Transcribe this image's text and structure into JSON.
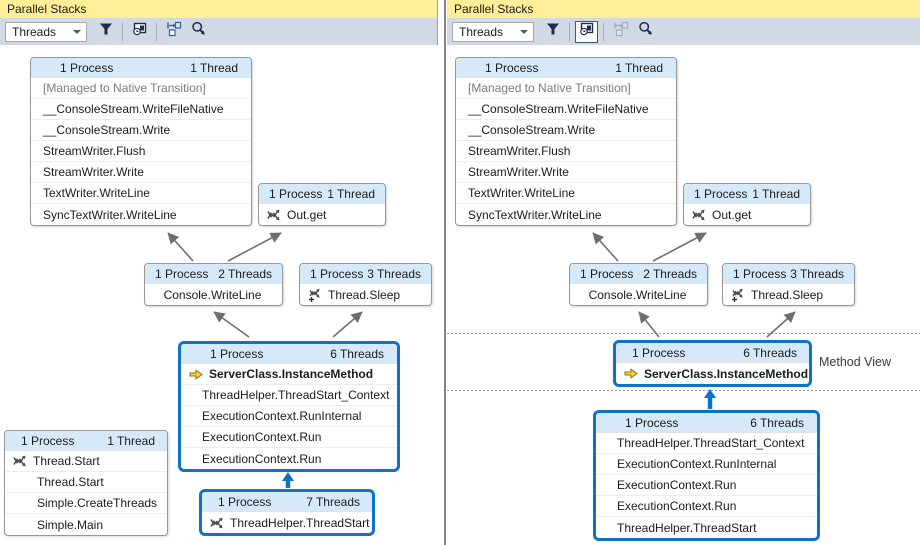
{
  "colors": {
    "highlight_blue": "#0E72C8",
    "titlebar_yellow": "#FFEE98",
    "toolbar_gray": "#D2D8E4",
    "box_header_blue": "#D5E9F8",
    "current_frame_yellow": "#FDD335"
  },
  "left": {
    "title": "Parallel Stacks",
    "toolbar": {
      "view_selector_value": "Threads",
      "icons": [
        "filter",
        "method-view",
        "auto-scroll-to-current-frame",
        "zoom-control"
      ]
    },
    "boxes": {
      "output_stack": {
        "process": "1 Process",
        "threads": "1 Thread",
        "frames": [
          {
            "text": "[Managed to Native Transition]",
            "style": "gray"
          },
          {
            "text": "__ConsoleStream.WriteFileNative"
          },
          {
            "text": "__ConsoleStream.Write"
          },
          {
            "text": "StreamWriter.Flush"
          },
          {
            "text": "StreamWriter.Write"
          },
          {
            "text": "TextWriter.WriteLine"
          },
          {
            "text": "SyncTextWriter.WriteLine"
          }
        ]
      },
      "out_get": {
        "process": "1 Process",
        "threads": "1 Thread",
        "frames": [
          {
            "text": "Out.get",
            "icon": "threads"
          }
        ]
      },
      "console_writeline": {
        "process": "1 Process",
        "threads": "2 Threads",
        "frames": [
          {
            "text": "Console.WriteLine"
          }
        ]
      },
      "thread_sleep": {
        "process": "1 Process",
        "threads": "3 Threads",
        "frames": [
          {
            "text": "Thread.Sleep",
            "icon": "threads-plus"
          }
        ]
      },
      "server_class": {
        "process": "1 Process",
        "threads": "6 Threads",
        "frames": [
          {
            "text": "ServerClass.InstanceMethod",
            "icon": "current",
            "style": "bold"
          },
          {
            "text": "ThreadHelper.ThreadStart_Context"
          },
          {
            "text": "ExecutionContext.RunInternal"
          },
          {
            "text": "ExecutionContext.Run"
          },
          {
            "text": "ExecutionContext.Run"
          }
        ]
      },
      "main_stack": {
        "process": "1 Process",
        "threads": "1 Thread",
        "frames": [
          {
            "text": "Thread.Start",
            "icon": "threads"
          },
          {
            "text": "Thread.Start"
          },
          {
            "text": "Simple.CreateThreads"
          },
          {
            "text": "Simple.Main"
          }
        ]
      },
      "thread_start": {
        "process": "1 Process",
        "threads": "7 Threads",
        "frames": [
          {
            "text": "ThreadHelper.ThreadStart",
            "icon": "threads"
          }
        ]
      }
    }
  },
  "right": {
    "title": "Parallel Stacks",
    "toolbar": {
      "view_selector_value": "Threads",
      "icons": [
        "filter",
        "method-view",
        "auto-scroll-to-current-frame",
        "zoom-control"
      ]
    },
    "method_view_label": "Method View",
    "boxes": {
      "output_stack": {
        "process": "1 Process",
        "threads": "1 Thread",
        "frames": [
          {
            "text": "[Managed to Native Transition]",
            "style": "gray"
          },
          {
            "text": "__ConsoleStream.WriteFileNative"
          },
          {
            "text": "__ConsoleStream.Write"
          },
          {
            "text": "StreamWriter.Flush"
          },
          {
            "text": "StreamWriter.Write"
          },
          {
            "text": "TextWriter.WriteLine"
          },
          {
            "text": "SyncTextWriter.WriteLine"
          }
        ]
      },
      "out_get": {
        "process": "1 Process",
        "threads": "1 Thread",
        "frames": [
          {
            "text": "Out.get",
            "icon": "threads"
          }
        ]
      },
      "console_writeline": {
        "process": "1 Process",
        "threads": "2 Threads",
        "frames": [
          {
            "text": "Console.WriteLine"
          }
        ]
      },
      "thread_sleep": {
        "process": "1 Process",
        "threads": "3 Threads",
        "frames": [
          {
            "text": "Thread.Sleep",
            "icon": "threads-plus"
          }
        ]
      },
      "method_view_box": {
        "process": "1 Process",
        "threads": "6 Threads",
        "frames": [
          {
            "text": "ServerClass.InstanceMethod",
            "icon": "current",
            "style": "bold"
          }
        ]
      },
      "callers_stack": {
        "process": "1 Process",
        "threads": "6 Threads",
        "frames": [
          {
            "text": "ThreadHelper.ThreadStart_Context"
          },
          {
            "text": "ExecutionContext.RunInternal"
          },
          {
            "text": "ExecutionContext.Run"
          },
          {
            "text": "ExecutionContext.Run"
          },
          {
            "text": "ThreadHelper.ThreadStart"
          }
        ]
      }
    }
  }
}
